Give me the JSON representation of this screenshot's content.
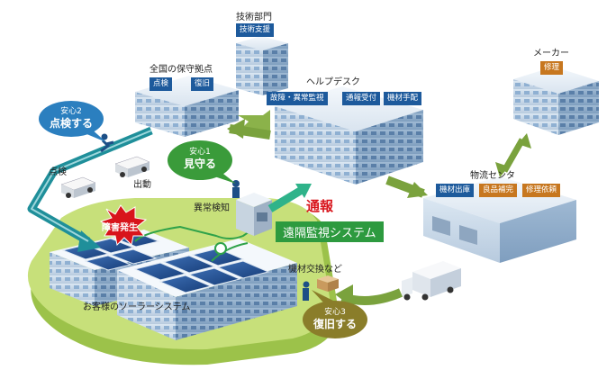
{
  "buildings": {
    "tech_dept": {
      "label": "技術部門",
      "tags": [
        "技術支援"
      ]
    },
    "maintenance": {
      "label": "全国の保守拠点",
      "tags": [
        "点検",
        "復旧"
      ]
    },
    "helpdesk": {
      "label": "ヘルプデスク",
      "tags": [
        "故障・異常監視",
        "通報受付",
        "機材手配"
      ]
    },
    "maker": {
      "label": "メーカー",
      "tags": [
        "修理"
      ]
    },
    "logistics": {
      "label": "物流センタ",
      "tags": [
        "機材出庫",
        "良品補完",
        "修理依頼"
      ]
    }
  },
  "assurances": {
    "a1": {
      "small": "安心1",
      "big": "見守る"
    },
    "a2": {
      "small": "安心2",
      "big": "点検する"
    },
    "a3": {
      "small": "安心3",
      "big": "復旧する"
    }
  },
  "labels": {
    "inspection": "点検",
    "dispatch": "出動",
    "anomaly": "異常検知",
    "fault": "障害発生",
    "equipment_exchange": "機材交換など",
    "customer_system": "お客様のソーラーシステム",
    "report": "通報",
    "remote_monitoring": "遠隔監視システム"
  },
  "colors": {
    "bubble_blue": "#2b7fbf",
    "bubble_green": "#3a9b3a",
    "bubble_olive": "#8a7d2a",
    "tag_blue": "#1d5a9c",
    "tag_orange": "#c7771f",
    "arrow_green": "#6f9a3a",
    "arrow_teal": "#1f8f9a",
    "ground": "#b9d66b"
  }
}
